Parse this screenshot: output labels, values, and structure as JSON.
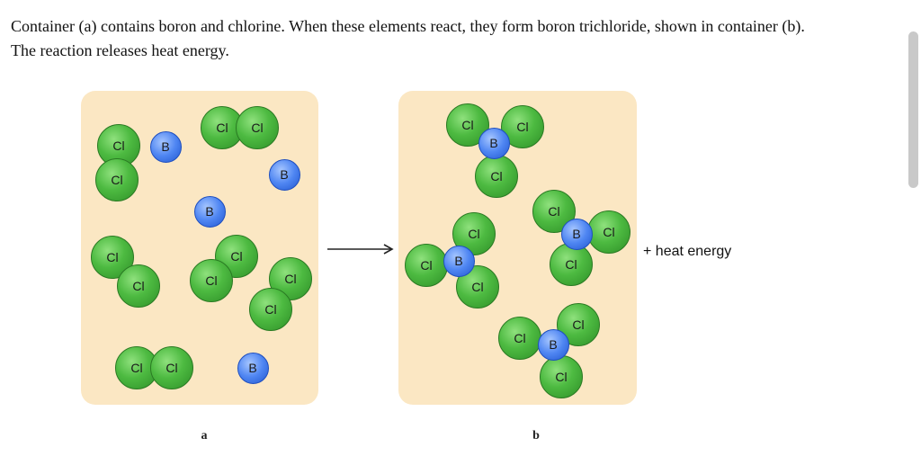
{
  "prompt": {
    "line1": "Container (a) contains boron and chlorine. When these elements react, they form boron trichloride, shown in container (b).",
    "line2": "The reaction releases heat energy."
  },
  "labels": {
    "cl": "Cl",
    "b": "B",
    "heat": "+ heat energy",
    "container_a": "a",
    "container_b": "b"
  },
  "containers": {
    "a": {
      "boron_count": 4,
      "chlorine_count": 12
    },
    "b": {
      "boron_count": 4,
      "chlorine_count": 12,
      "molecules": 4,
      "formula": "BCl3"
    }
  },
  "colors": {
    "container_fill": "#fbe7c3",
    "chlorine": "#4dba41",
    "boron": "#4f86f2"
  }
}
